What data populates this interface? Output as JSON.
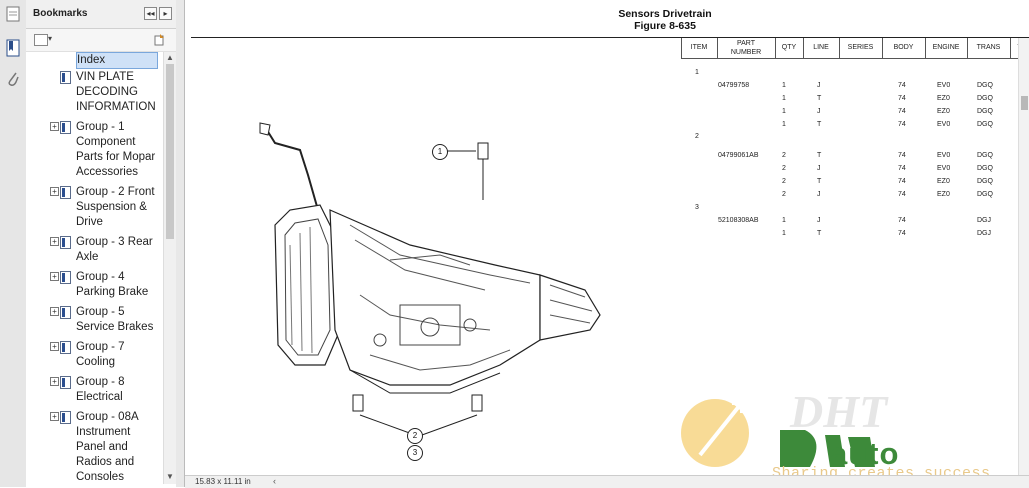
{
  "bookmarks_panel": {
    "title": "Bookmarks",
    "items": [
      {
        "label": "Index",
        "selected": true,
        "expandable": false
      },
      {
        "label": "VIN PLATE\nDECODING\nINFORMATION",
        "expandable": false
      },
      {
        "label": "Group - 1\nComponent\nParts for Mopar\nAccessories",
        "expandable": true
      },
      {
        "label": "Group - 2 Front\nSuspension &\nDrive",
        "expandable": true
      },
      {
        "label": "Group - 3 Rear\nAxle",
        "expandable": true
      },
      {
        "label": "Group - 4\nParking Brake",
        "expandable": true
      },
      {
        "label": "Group - 5\nService Brakes",
        "expandable": true
      },
      {
        "label": "Group - 7\nCooling",
        "expandable": true
      },
      {
        "label": "Group - 8\nElectrical",
        "expandable": true
      },
      {
        "label": "Group - 08A\nInstrument\nPanel and\nRadios and\nConsoles",
        "expandable": true
      }
    ]
  },
  "document": {
    "title": "Sensors Drivetrain",
    "figure": "Figure 8-635",
    "table": {
      "headers": [
        "ITEM",
        "PART\nNUMBER",
        "QTY",
        "LINE",
        "SERIES",
        "BODY",
        "ENGINE",
        "TRANS",
        "T"
      ],
      "rows": [
        {
          "item": "1",
          "part": "",
          "qty": "",
          "line": "",
          "series": "",
          "body": "",
          "engine": "",
          "trans": ""
        },
        {
          "item": "",
          "part": "04799758",
          "qty": "1",
          "line": "J",
          "series": "",
          "body": "74",
          "engine": "EV0",
          "trans": "DGQ"
        },
        {
          "item": "",
          "part": "",
          "qty": "1",
          "line": "T",
          "series": "",
          "body": "74",
          "engine": "EZ0",
          "trans": "DGQ"
        },
        {
          "item": "",
          "part": "",
          "qty": "1",
          "line": "J",
          "series": "",
          "body": "74",
          "engine": "EZ0",
          "trans": "DGQ"
        },
        {
          "item": "",
          "part": "",
          "qty": "1",
          "line": "T",
          "series": "",
          "body": "74",
          "engine": "EV0",
          "trans": "DGQ"
        },
        {
          "item": "2",
          "part": "",
          "qty": "",
          "line": "",
          "series": "",
          "body": "",
          "engine": "",
          "trans": ""
        },
        {
          "item": "",
          "part": "04799061AB",
          "qty": "2",
          "line": "T",
          "series": "",
          "body": "74",
          "engine": "EV0",
          "trans": "DGQ"
        },
        {
          "item": "",
          "part": "",
          "qty": "2",
          "line": "J",
          "series": "",
          "body": "74",
          "engine": "EV0",
          "trans": "DGQ"
        },
        {
          "item": "",
          "part": "",
          "qty": "2",
          "line": "T",
          "series": "",
          "body": "74",
          "engine": "EZ0",
          "trans": "DGQ"
        },
        {
          "item": "",
          "part": "",
          "qty": "2",
          "line": "J",
          "series": "",
          "body": "74",
          "engine": "EZ0",
          "trans": "DGQ"
        },
        {
          "item": "3",
          "part": "",
          "qty": "",
          "line": "",
          "series": "",
          "body": "",
          "engine": "",
          "trans": ""
        },
        {
          "item": "",
          "part": "52108308AB",
          "qty": "1",
          "line": "J",
          "series": "",
          "body": "74",
          "engine": "",
          "trans": "DGJ"
        },
        {
          "item": "",
          "part": "",
          "qty": "1",
          "line": "T",
          "series": "",
          "body": "74",
          "engine": "",
          "trans": "DGJ"
        }
      ]
    },
    "callouts": [
      "1",
      "2",
      "3"
    ]
  },
  "statusbar": {
    "page_size": "15.83 x 11.11 in"
  },
  "watermark": {
    "auto": "auto",
    "tagline": "Sharing creates success"
  }
}
